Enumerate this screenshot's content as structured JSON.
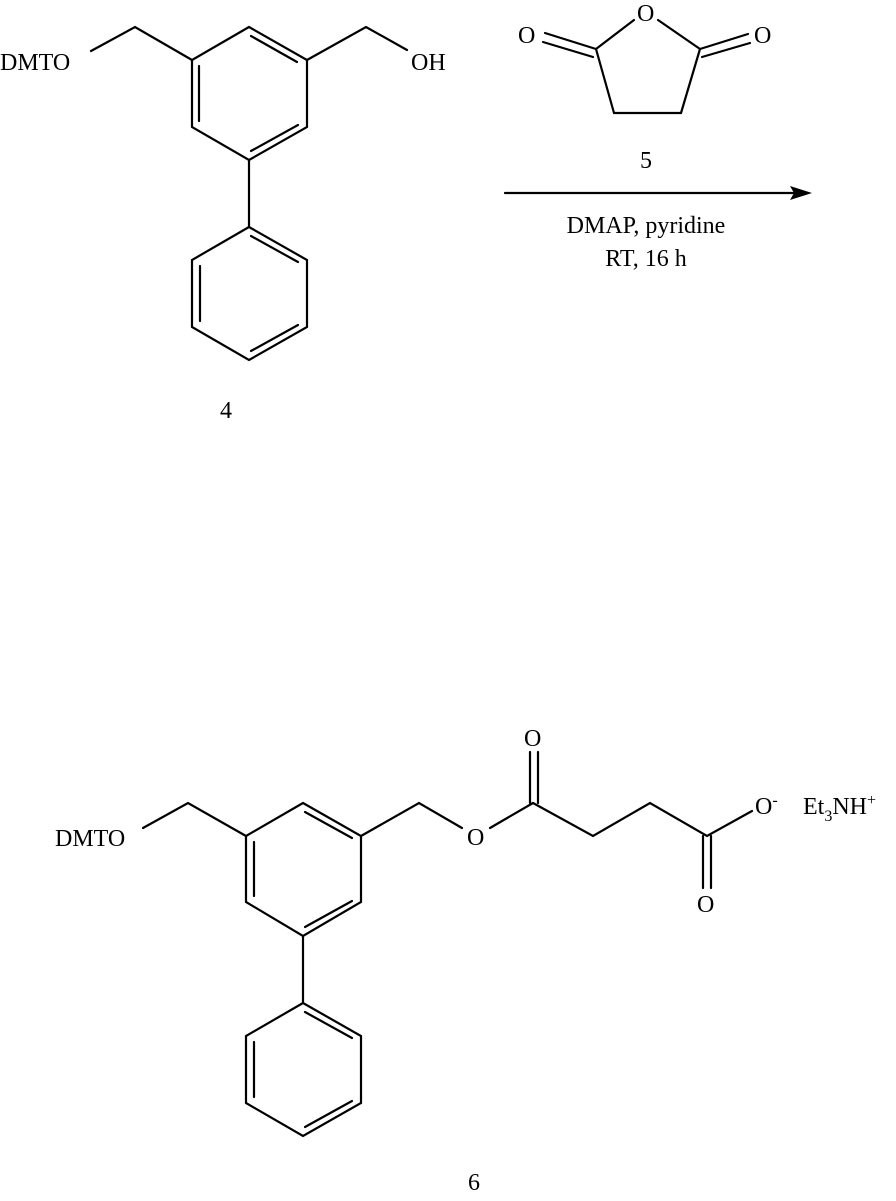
{
  "scheme": {
    "reactant": {
      "compound_number": "4",
      "labels": {
        "left_group": "DMTO",
        "right_group": "OH"
      }
    },
    "reagent": {
      "compound_number": "5",
      "labels": {
        "ring_oxygen": "O",
        "carbonyl_left": "O",
        "carbonyl_right": "O"
      }
    },
    "arrow": {
      "conditions_line1": "DMAP, pyridine",
      "conditions_line2": "RT, 16 h"
    },
    "product": {
      "compound_number": "6",
      "labels": {
        "left_group": "DMTO",
        "ester_oxygen": "O",
        "ester_carbonyl_oxygen": "O",
        "carboxylate_oxygen": "O",
        "carboxylate_charge": "-",
        "acid_carbonyl_oxygen": "O",
        "counterion_prefix": "Et",
        "counterion_subscript": "3",
        "counterion_suffix": "NH",
        "counterion_charge": "+"
      }
    }
  },
  "colors": {
    "ink": "#000000",
    "background": "#ffffff"
  }
}
